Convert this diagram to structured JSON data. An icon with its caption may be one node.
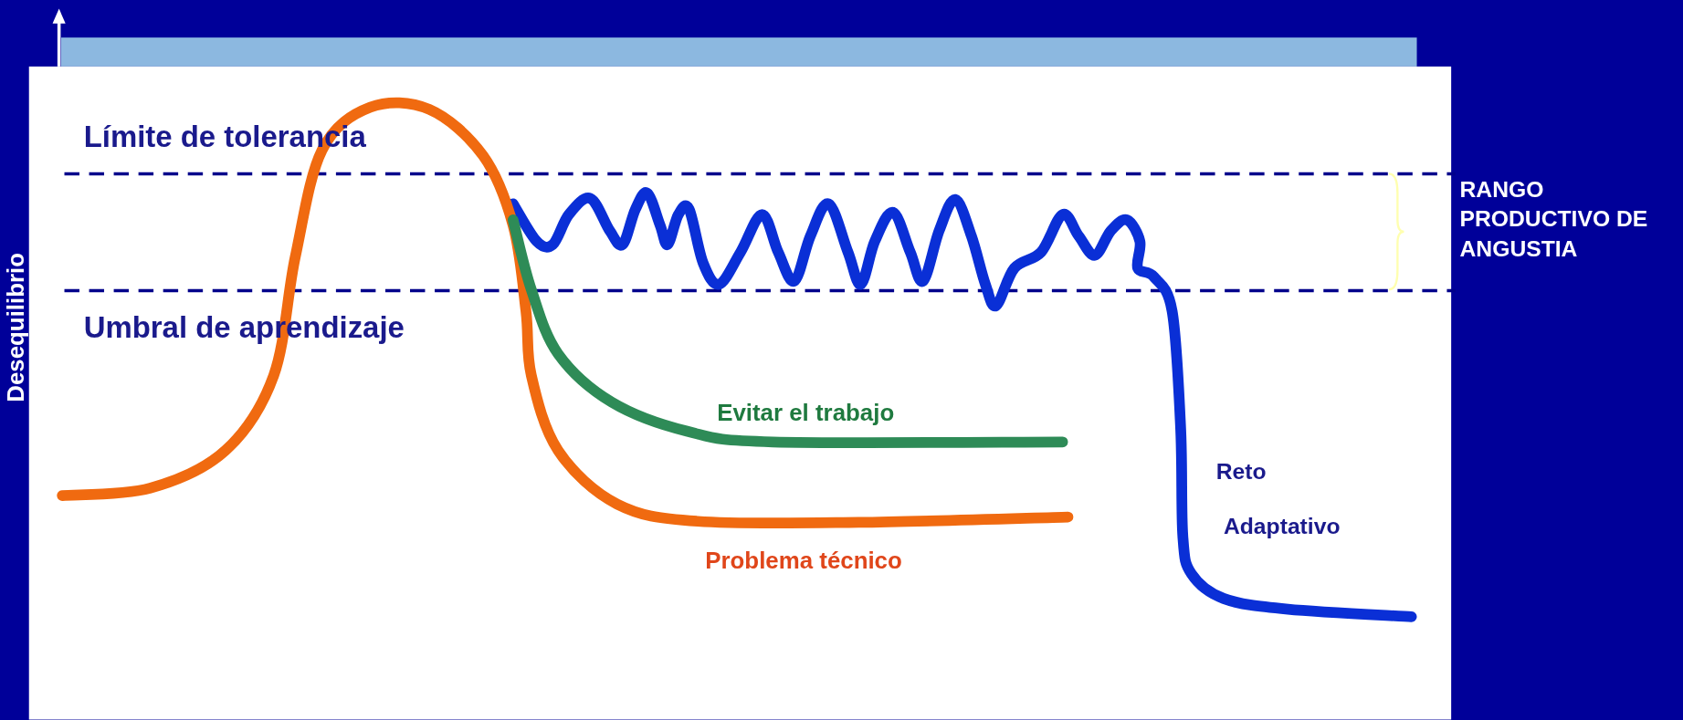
{
  "diagram": {
    "labels": [
      "Desequilibrio",
      "Límite de tolerancia",
      "RANGO PRODUCTIVO DE ANGUSTIA",
      "Umbral de aprendizaje",
      "Evitar el trabajo",
      "Reto",
      "Adaptativo",
      "Problema técnico"
    ]
  }
}
